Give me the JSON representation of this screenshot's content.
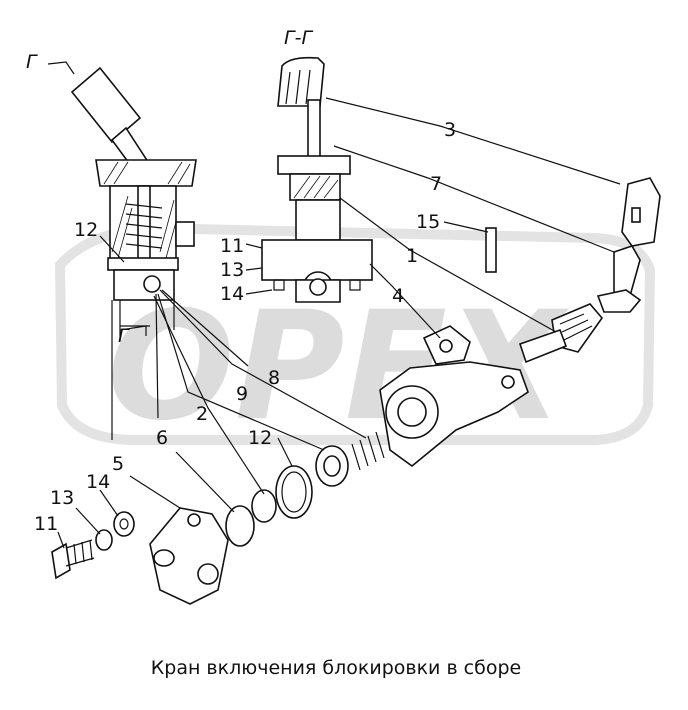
{
  "watermark": "OPEX",
  "caption": "Кран включения блокировки в сборе",
  "section_labels": {
    "section_g": "Г",
    "section_g_view": "Г-Г"
  },
  "labels": {
    "l1": "1",
    "l2": "2",
    "l3": "3",
    "l4": "4",
    "l5": "5",
    "l6": "6",
    "l7": "7",
    "l8": "8",
    "l9": "9",
    "l11a": "11",
    "l11b": "11",
    "l12a": "12",
    "l12b": "12",
    "l13a": "13",
    "l13b": "13",
    "l14a": "14",
    "l14b": "14",
    "l15": "15"
  },
  "colors": {
    "ink": "#111111",
    "watermark": "#d9d9d9",
    "background": "#ffffff"
  }
}
